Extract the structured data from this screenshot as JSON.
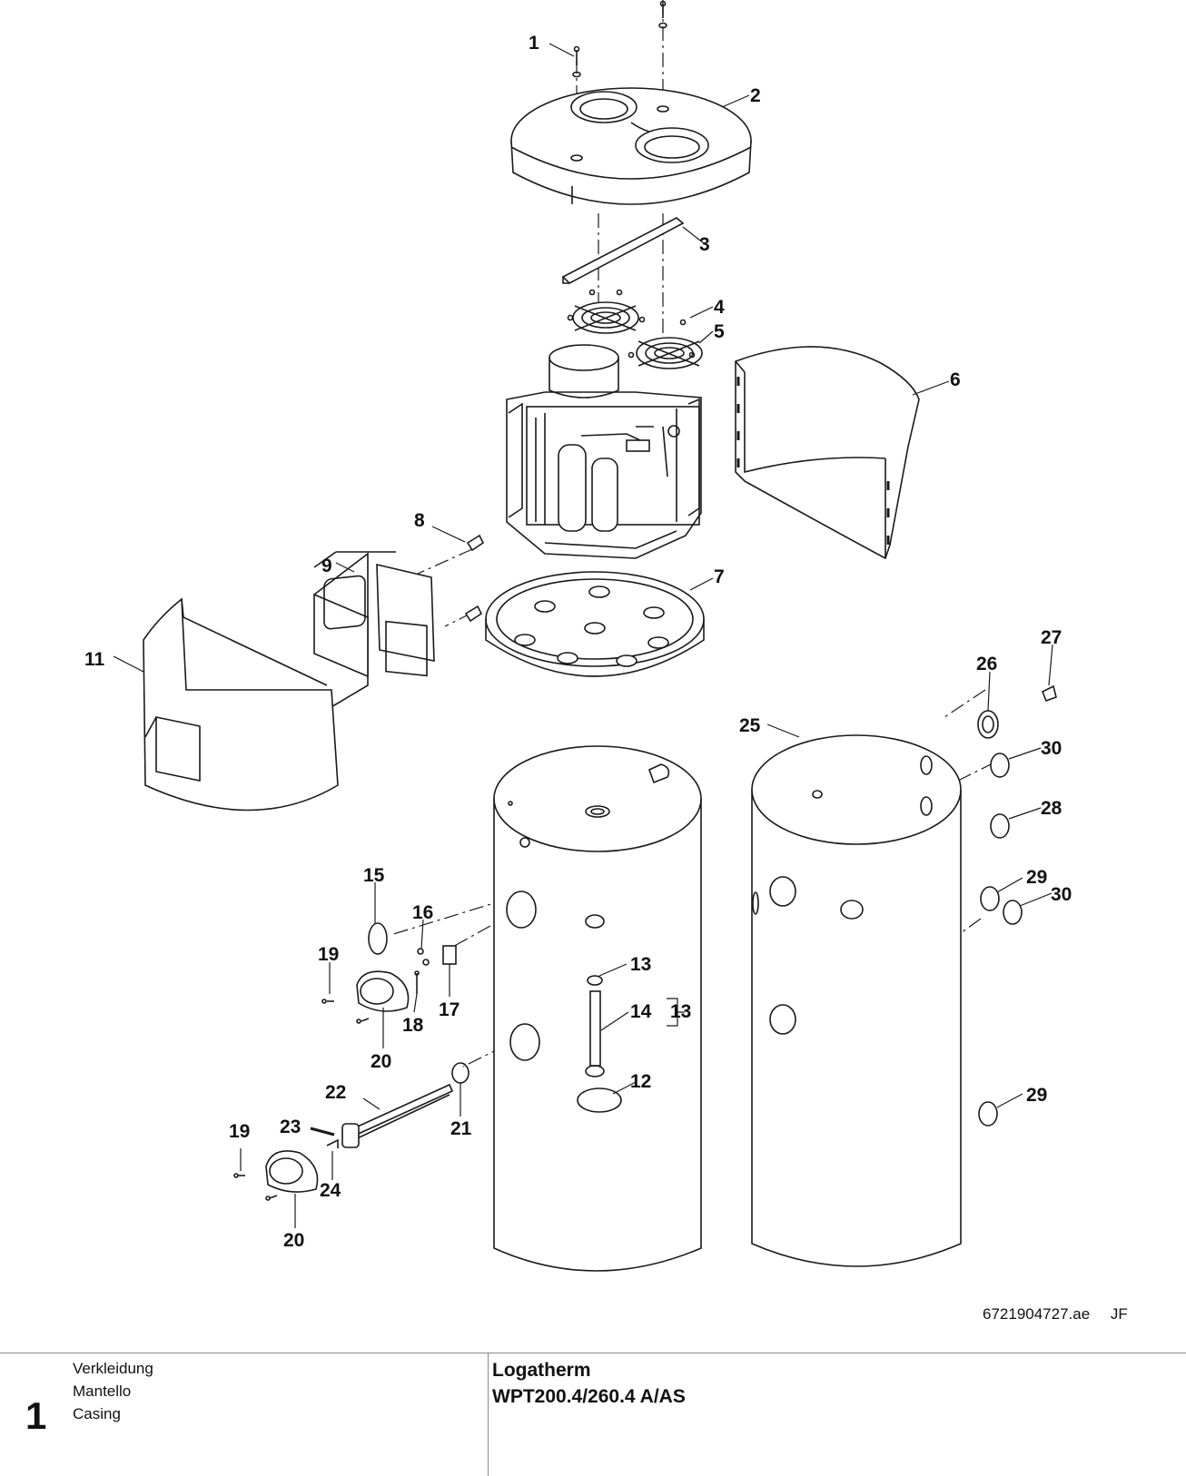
{
  "drawing_ref": {
    "code": "6721904727.ae",
    "author": "JF"
  },
  "callouts": [
    "1",
    "2",
    "3",
    "4",
    "5",
    "6",
    "7",
    "8",
    "9",
    "11",
    "26",
    "27",
    "25",
    "30",
    "28",
    "29",
    "30",
    "15",
    "16",
    "19",
    "17",
    "18",
    "13",
    "14",
    "13",
    "20",
    "22",
    "21",
    "12",
    "29",
    "23",
    "19",
    "24",
    "20"
  ],
  "footer": {
    "page_number": "1",
    "names": [
      "Verkleidung",
      "Mantello",
      "Casing"
    ],
    "product": [
      "Logatherm",
      "WPT200.4/260.4 A/AS"
    ]
  },
  "colors": {
    "line": "#1a1a1a",
    "fill": "#ffffff",
    "shade": "#d9d9d9"
  }
}
